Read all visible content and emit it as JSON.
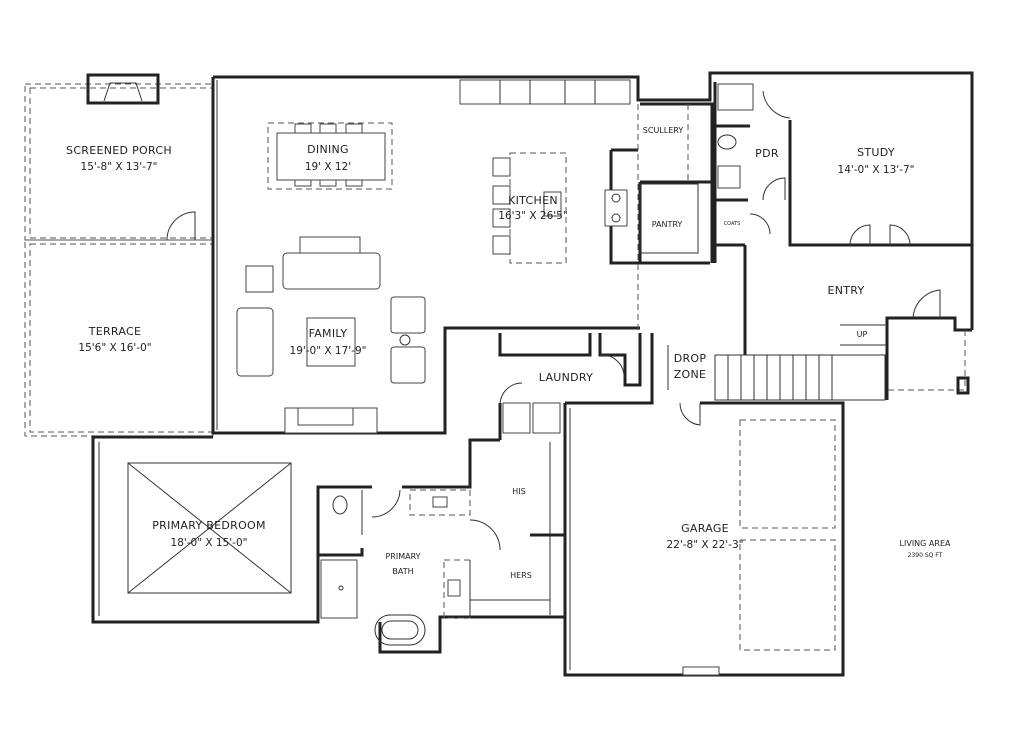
{
  "rooms": {
    "screened_porch": {
      "name": "SCREENED PORCH",
      "size": "15'-8\" X 13'-7\""
    },
    "terrace": {
      "name": "TERRACE",
      "size": "15'6\" X 16'-0\""
    },
    "dining": {
      "name": "DINING",
      "size": "19' X 12'"
    },
    "family": {
      "name": "FAMILY",
      "size": "19'-0\" X 17'-9\""
    },
    "kitchen": {
      "name": "KITCHEN",
      "size": "16'3\" X 26'5\""
    },
    "scullery": {
      "name": "SCULLERY"
    },
    "pantry": {
      "name": "PANTRY"
    },
    "coats": {
      "name": "COATS"
    },
    "pdr": {
      "name": "PDR"
    },
    "study": {
      "name": "STUDY",
      "size": "14'-0\" X 13'-7\""
    },
    "entry": {
      "name": "ENTRY"
    },
    "stairs": {
      "name": "UP"
    },
    "laundry": {
      "name": "LAUNDRY"
    },
    "drop_zone": {
      "name_line1": "DROP",
      "name_line2": "ZONE"
    },
    "primary_bedroom": {
      "name": "PRIMARY BEDROOM",
      "size": "18'-0\" X 15'-0\""
    },
    "primary_bath": {
      "name_line1": "PRIMARY",
      "name_line2": "BATH"
    },
    "his": {
      "name": "HIS"
    },
    "hers": {
      "name": "HERS"
    },
    "garage": {
      "name": "GARAGE",
      "size": "22'-8\" X 22'-3\""
    }
  },
  "summary": {
    "label": "LIVING AREA",
    "value": "2390 SQ FT"
  }
}
